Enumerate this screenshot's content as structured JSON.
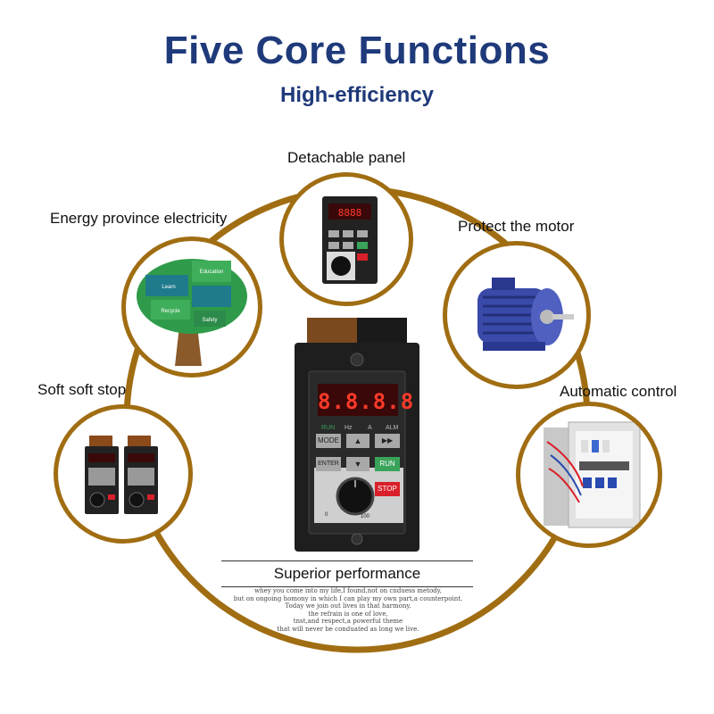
{
  "title": "Five Core Functions",
  "subtitle": "High-efficiency",
  "features": {
    "detachable_panel": "Detachable panel",
    "energy": "Energy province electricity",
    "protect": "Protect the motor",
    "soft_stop": "Soft soft stop",
    "automatic": "Automatic control"
  },
  "tree_graphic": {
    "labels": [
      "Education",
      "Learn",
      "Recycle",
      "Safety"
    ]
  },
  "device": {
    "display": "8.8.8.8",
    "indicators": [
      "RUN",
      "Hz",
      "A",
      "ALM"
    ],
    "buttons": {
      "mode": "MODE",
      "up": "▲",
      "forward": "▶▶",
      "enter": "ENTER",
      "down": "▼",
      "run": "RUN",
      "stop": "STOP"
    },
    "knob_min": "0",
    "knob_max": "100"
  },
  "performance": {
    "heading": "Superior performance",
    "lines": [
      "whey you come into my life,I found,not on cnduess metody,",
      "but on ongoing homony in which I can play my own part,a counterpoint.",
      "Today we join out lives in that harmony.",
      "the refrain is one of love,",
      "tnst,and respect,a powerful theme",
      "that will never be conduated as long we live."
    ]
  },
  "colors": {
    "title": "#1f3a7a",
    "ring": "#a06d12",
    "run_button": "#3aa35a",
    "stop_button": "#d9202a"
  }
}
